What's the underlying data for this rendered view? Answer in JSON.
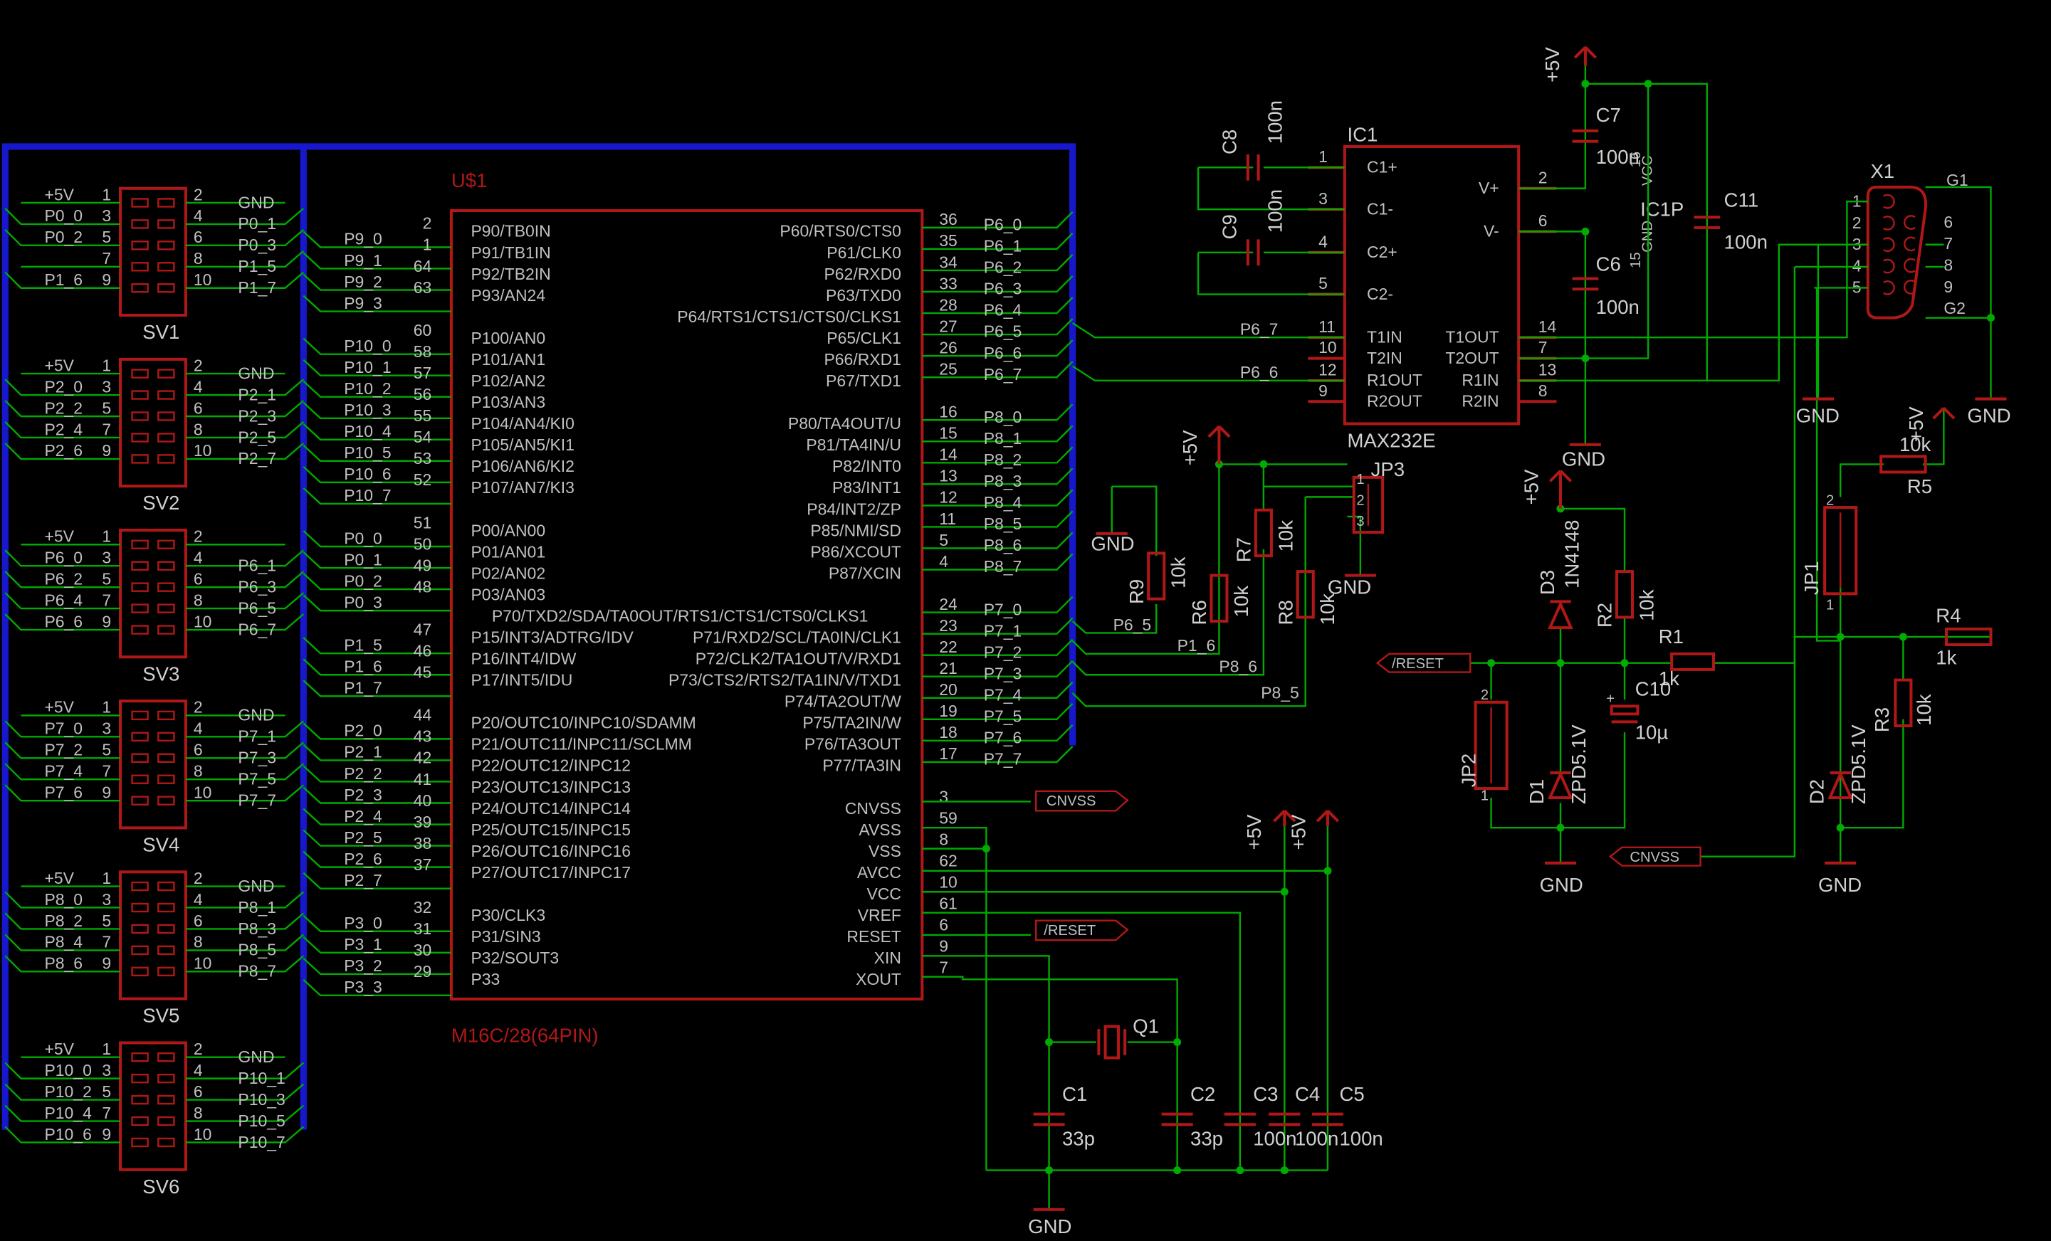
{
  "mcu": {
    "part": "U$1",
    "value": "M16C/28(64PIN)",
    "left_pins": [
      {
        "net": "P9_0",
        "num": "2",
        "fn": "P90/TB0IN"
      },
      {
        "net": "P9_1",
        "num": "1",
        "fn": "P91/TB1IN"
      },
      {
        "net": "P9_2",
        "num": "64",
        "fn": "P92/TB2IN"
      },
      {
        "net": "P9_3",
        "num": "63",
        "fn": "P93/AN24"
      },
      null,
      {
        "net": "P10_0",
        "num": "60",
        "fn": "P100/AN0"
      },
      {
        "net": "P10_1",
        "num": "58",
        "fn": "P101/AN1"
      },
      {
        "net": "P10_2",
        "num": "57",
        "fn": "P102/AN2"
      },
      {
        "net": "P10_3",
        "num": "56",
        "fn": "P103/AN3"
      },
      {
        "net": "P10_4",
        "num": "55",
        "fn": "P104/AN4/KI0"
      },
      {
        "net": "P10_5",
        "num": "54",
        "fn": "P105/AN5/KI1"
      },
      {
        "net": "P10_6",
        "num": "53",
        "fn": "P106/AN6/KI2"
      },
      {
        "net": "P10_7",
        "num": "52",
        "fn": "P107/AN7/KI3"
      },
      null,
      {
        "net": "P0_0",
        "num": "51",
        "fn": "P00/AN00"
      },
      {
        "net": "P0_1",
        "num": "50",
        "fn": "P01/AN01"
      },
      {
        "net": "P0_2",
        "num": "49",
        "fn": "P02/AN02"
      },
      {
        "net": "P0_3",
        "num": "48",
        "fn": "P03/AN03"
      },
      {
        "net": "",
        "num": "",
        "fn": "P70/TXD2/SDA/TA0OUT/RTS1/CTS1/CTS0/CLKS1"
      },
      {
        "net": "P1_5",
        "num": "47",
        "fn": "P15/INT3/ADTRG/IDV"
      },
      {
        "net": "P1_6",
        "num": "46",
        "fn": "P16/INT4/IDW"
      },
      {
        "net": "P1_7",
        "num": "45",
        "fn": "P17/INT5/IDU"
      },
      null,
      {
        "net": "P2_0",
        "num": "44",
        "fn": "P20/OUTC10/INPC10/SDAMM"
      },
      {
        "net": "P2_1",
        "num": "43",
        "fn": "P21/OUTC11/INPC11/SCLMM"
      },
      {
        "net": "P2_2",
        "num": "42",
        "fn": "P22/OUTC12/INPC12"
      },
      {
        "net": "P2_3",
        "num": "41",
        "fn": "P23/OUTC13/INPC13"
      },
      {
        "net": "P2_4",
        "num": "40",
        "fn": "P24/OUTC14/INPC14"
      },
      {
        "net": "P2_5",
        "num": "39",
        "fn": "P25/OUTC15/INPC15"
      },
      {
        "net": "P2_6",
        "num": "38",
        "fn": "P26/OUTC16/INPC16"
      },
      {
        "net": "P2_7",
        "num": "37",
        "fn": "P27/OUTC17/INPC17"
      },
      null,
      {
        "net": "P3_0",
        "num": "32",
        "fn": "P30/CLK3"
      },
      {
        "net": "P3_1",
        "num": "31",
        "fn": "P31/SIN3"
      },
      {
        "net": "P3_2",
        "num": "30",
        "fn": "P32/SOUT3"
      },
      {
        "net": "P3_3",
        "num": "29",
        "fn": "P33"
      }
    ],
    "right_pins": [
      {
        "net": "P6_0",
        "num": "36",
        "fn": "P60/RTS0/CTS0"
      },
      {
        "net": "P6_1",
        "num": "35",
        "fn": "P61/CLK0"
      },
      {
        "net": "P6_2",
        "num": "34",
        "fn": "P62/RXD0"
      },
      {
        "net": "P6_3",
        "num": "33",
        "fn": "P63/TXD0"
      },
      {
        "net": "P6_4",
        "num": "28",
        "fn": "P64/RTS1/CTS1/CTS0/CLKS1"
      },
      {
        "net": "P6_5",
        "num": "27",
        "fn": "P65/CLK1"
      },
      {
        "net": "P6_6",
        "num": "26",
        "fn": "P66/RXD1"
      },
      {
        "net": "P6_7",
        "num": "25",
        "fn": "P67/TXD1"
      },
      null,
      {
        "net": "P8_0",
        "num": "16",
        "fn": "P80/TA4OUT/U"
      },
      {
        "net": "P8_1",
        "num": "15",
        "fn": "P81/TA4IN/U"
      },
      {
        "net": "P8_2",
        "num": "14",
        "fn": "P82/INT0"
      },
      {
        "net": "P8_3",
        "num": "13",
        "fn": "P83/INT1"
      },
      {
        "net": "P8_4",
        "num": "12",
        "fn": "P84/INT2/ZP"
      },
      {
        "net": "P8_5",
        "num": "11",
        "fn": "P85/NMI/SD"
      },
      {
        "net": "P8_6",
        "num": "5",
        "fn": "P86/XCOUT"
      },
      {
        "net": "P8_7",
        "num": "4",
        "fn": "P87/XCIN"
      },
      null,
      {
        "net": "P7_0",
        "num": "24",
        "fn": ""
      },
      {
        "net": "P7_1",
        "num": "23",
        "fn": "P71/RXD2/SCL/TA0IN/CLK1"
      },
      {
        "net": "P7_2",
        "num": "22",
        "fn": "P72/CLK2/TA1OUT/V/RXD1"
      },
      {
        "net": "P7_3",
        "num": "21",
        "fn": "P73/CTS2/RTS2/TA1IN/V/TXD1"
      },
      {
        "net": "P7_4",
        "num": "20",
        "fn": "P74/TA2OUT/W"
      },
      {
        "net": "P7_5",
        "num": "19",
        "fn": "P75/TA2IN/W"
      },
      {
        "net": "P7_6",
        "num": "18",
        "fn": "P76/TA3OUT"
      },
      {
        "net": "P7_7",
        "num": "17",
        "fn": "P77/TA3IN"
      },
      null,
      {
        "net": "",
        "num": "3",
        "fn": "CNVSS"
      },
      {
        "net": "",
        "num": "59",
        "fn": "AVSS"
      },
      {
        "net": "",
        "num": "8",
        "fn": "VSS"
      },
      {
        "net": "",
        "num": "62",
        "fn": "AVCC"
      },
      {
        "net": "",
        "num": "10",
        "fn": "VCC"
      },
      {
        "net": "",
        "num": "61",
        "fn": "VREF"
      },
      {
        "net": "",
        "num": "6",
        "fn": "RESET"
      },
      {
        "net": "",
        "num": "9",
        "fn": "XIN"
      },
      {
        "net": "",
        "num": "7",
        "fn": "XOUT"
      }
    ]
  },
  "headers": [
    {
      "name": "SV1",
      "rows": [
        [
          "+5V",
          "1",
          "2",
          "GND"
        ],
        [
          "P0_0",
          "3",
          "4",
          "P0_1"
        ],
        [
          "P0_2",
          "5",
          "6",
          "P0_3"
        ],
        [
          "",
          "7",
          "8",
          "P1_5"
        ],
        [
          "P1_6",
          "9",
          "10",
          "P1_7"
        ]
      ]
    },
    {
      "name": "SV2",
      "rows": [
        [
          "+5V",
          "1",
          "2",
          "GND"
        ],
        [
          "P2_0",
          "3",
          "4",
          "P2_1"
        ],
        [
          "P2_2",
          "5",
          "6",
          "P2_3"
        ],
        [
          "P2_4",
          "7",
          "8",
          "P2_5"
        ],
        [
          "P2_6",
          "9",
          "10",
          "P2_7"
        ]
      ]
    },
    {
      "name": "SV3",
      "rows": [
        [
          "+5V",
          "1",
          "2",
          ""
        ],
        [
          "P6_0",
          "3",
          "4",
          "P6_1"
        ],
        [
          "P6_2",
          "5",
          "6",
          "P6_3"
        ],
        [
          "P6_4",
          "7",
          "8",
          "P6_5"
        ],
        [
          "P6_6",
          "9",
          "10",
          "P6_7"
        ]
      ]
    },
    {
      "name": "SV4",
      "rows": [
        [
          "+5V",
          "1",
          "2",
          "GND"
        ],
        [
          "P7_0",
          "3",
          "4",
          "P7_1"
        ],
        [
          "P7_2",
          "5",
          "6",
          "P7_3"
        ],
        [
          "P7_4",
          "7",
          "8",
          "P7_5"
        ],
        [
          "P7_6",
          "9",
          "10",
          "P7_7"
        ]
      ]
    },
    {
      "name": "SV5",
      "rows": [
        [
          "+5V",
          "1",
          "2",
          "GND"
        ],
        [
          "P8_0",
          "3",
          "4",
          "P8_1"
        ],
        [
          "P8_2",
          "5",
          "6",
          "P8_3"
        ],
        [
          "P8_4",
          "7",
          "8",
          "P8_5"
        ],
        [
          "P8_6",
          "9",
          "10",
          "P8_7"
        ]
      ]
    },
    {
      "name": "SV6",
      "rows": [
        [
          "+5V",
          "1",
          "2",
          "GND"
        ],
        [
          "P10_0",
          "3",
          "4",
          "P10_1"
        ],
        [
          "P10_2",
          "5",
          "6",
          "P10_3"
        ],
        [
          "P10_4",
          "7",
          "8",
          "P10_5"
        ],
        [
          "P10_6",
          "9",
          "10",
          "P10_7"
        ]
      ]
    }
  ],
  "ic1": {
    "name": "IC1",
    "value": "MAX232E",
    "left": [
      [
        "1",
        "C1+"
      ],
      [
        "3",
        "C1-"
      ],
      [
        "4",
        "C2+"
      ],
      [
        "5",
        "C2-"
      ],
      [
        "11",
        "T1IN"
      ],
      [
        "10",
        "T2IN"
      ],
      [
        "12",
        "R1OUT"
      ],
      [
        "9",
        "R2OUT"
      ]
    ],
    "right": [
      [
        "2",
        "V+"
      ],
      [
        "6",
        "V-"
      ],
      [
        "14",
        "T1OUT"
      ],
      [
        "7",
        "T2OUT"
      ],
      [
        "13",
        "R1IN"
      ],
      [
        "8",
        "R2IN"
      ]
    ],
    "power_name": "IC1P",
    "vcc": "VCC",
    "gnd": "GND",
    "pin16": "16",
    "pin15": "15",
    "net_t1in": "P6_7",
    "net_r1out": "P6_6"
  },
  "x1": {
    "name": "X1",
    "left": [
      "1",
      "2",
      "3",
      "4",
      "5"
    ],
    "right": [
      "6",
      "7",
      "8",
      "9"
    ],
    "g1": "G1",
    "g2": "G2"
  },
  "parts": {
    "c1": [
      "C1",
      "33p"
    ],
    "c2": [
      "C2",
      "33p"
    ],
    "c3": [
      "C3",
      "100n"
    ],
    "c4": [
      "C4",
      "100n"
    ],
    "c5": [
      "C5",
      "100n"
    ],
    "c6": [
      "C6",
      "100n"
    ],
    "c7": [
      "C7",
      "100n"
    ],
    "c8": [
      "C8",
      "100n"
    ],
    "c9": [
      "C9",
      "100n"
    ],
    "c10": [
      "C10",
      "10µ"
    ],
    "c11": [
      "C11",
      "100n"
    ],
    "q1": "Q1",
    "r1": [
      "R1",
      "1k"
    ],
    "r2": [
      "R2",
      "10k"
    ],
    "r3": [
      "R3",
      "10k"
    ],
    "r4": [
      "R4",
      "1k"
    ],
    "r5": [
      "R5",
      "10k"
    ],
    "r6": [
      "R6",
      "10k"
    ],
    "r7": [
      "R7",
      "10k"
    ],
    "r8": [
      "R8",
      "10k"
    ],
    "r9": [
      "R9",
      "10k"
    ],
    "d1": [
      "D1",
      "ZPD5.1V"
    ],
    "d2": [
      "D2",
      "ZPD5.1V"
    ],
    "d3": [
      "D3",
      "1N4148"
    ],
    "jp1": "JP1",
    "jp2": "JP2",
    "jp3": "JP3"
  },
  "labels": {
    "plus5v": "+5V",
    "gnd": "GND",
    "reset": "/RESET",
    "cnvss": "CNVSS",
    "p6_5": "P6_5",
    "p1_6": "P1_6",
    "p8_6": "P8_6",
    "p8_5": "P8_5",
    "n1": "1",
    "n2": "2",
    "n3": "3"
  },
  "colors": {
    "wire": "#00aa00",
    "part": "#b91c1c",
    "bus": "#1717cc",
    "text": "#c0c0c0",
    "partname": "#d0d0d0"
  }
}
